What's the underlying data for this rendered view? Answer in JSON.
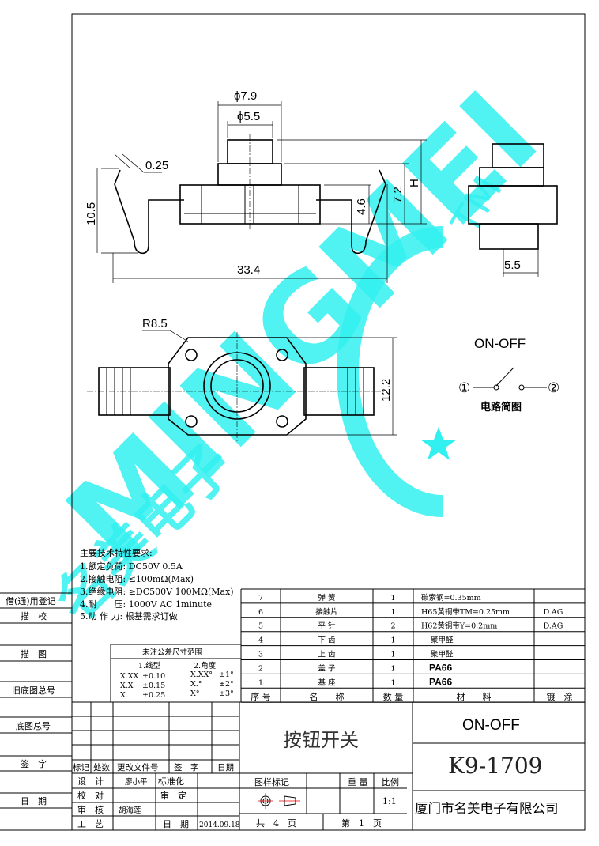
{
  "drawing": {
    "front_view": {
      "dim_outer_dia": "ϕ7.9",
      "dim_button_dia": "ϕ5.5",
      "dim_thickness": "0.25",
      "dim_terminal_height": "10.5",
      "dim_width": "33.4",
      "dim_body_height": "4.6",
      "dim_cap_height": "7.2",
      "dim_total_height": "H"
    },
    "side_view": {
      "dim_width": "5.5"
    },
    "top_view": {
      "dim_radius": "R8.5",
      "dim_height": "12.2"
    },
    "circuit": {
      "title": "ON-OFF",
      "terminal_1": "①",
      "terminal_2": "②",
      "caption": "电路简图"
    },
    "watermark": {
      "text": "MINGMEI",
      "tm": "TM",
      "chinese": "名美电子"
    }
  },
  "requirements": {
    "title": "主要技术特性要求:",
    "items": [
      "1.额定负荷: DC50V 0.5A",
      "2.接触电阻: ≤100mΩ(Max)",
      "3.绝缘电阻: ≥DC500V 100MΩ(Max)",
      "4.耐　　压: 1000V AC 1minute",
      "5.动 作 力: 根基需求订做"
    ]
  },
  "tolerance": {
    "title": "未注公差尺寸范围",
    "linear_title": "1.线型",
    "angle_title": "2.角度",
    "linear": [
      [
        "X.XX",
        "±0.10"
      ],
      [
        "X.X",
        "±0.15"
      ],
      [
        "X.",
        "±0.25"
      ]
    ],
    "angle": [
      [
        "X.XX°",
        "±1°"
      ],
      [
        "X.°",
        "±2°"
      ],
      [
        "X°",
        "±3°"
      ]
    ]
  },
  "bom": {
    "headers": [
      "序 号",
      "名　　称",
      "数 量",
      "材　　料",
      "镀　涂"
    ],
    "rows": [
      [
        "7",
        "弹 簧",
        "1",
        "碳索钢=0.35mm",
        ""
      ],
      [
        "6",
        "接触片",
        "1",
        "H65黄铜带TM=0.25mm",
        "D.AG"
      ],
      [
        "5",
        "平 针",
        "2",
        "H62黄铜带Y=0.2mm",
        "D.AG"
      ],
      [
        "4",
        "下 齿",
        "1",
        "聚甲醛",
        ""
      ],
      [
        "3",
        "上 齿",
        "1",
        "聚甲醛",
        ""
      ],
      [
        "2",
        "盖 子",
        "1",
        "PA66",
        ""
      ],
      [
        "1",
        "基 座",
        "1",
        "PA66",
        ""
      ]
    ]
  },
  "side_register": [
    "借(通)用登记",
    "描　校",
    "描　图",
    "旧底图总号",
    "底图总号",
    "签　字",
    "日　期"
  ],
  "title_block": {
    "revision_headers": [
      "标记",
      "处数",
      "更改文件号",
      "签　字",
      "日期"
    ],
    "design_label": "设　计",
    "design_name": "廖小平",
    "check_label": "校　对",
    "review_label": "审　核",
    "review_name": "胡海莲",
    "process_label": "工　艺",
    "standard_label": "标准化",
    "approve_label": "审　定",
    "date_label": "日　期",
    "date_value": "2014.09.18",
    "product_name": "按钮开关",
    "mark_label": "图样标记",
    "weight_label": "重 量",
    "scale_label": "比例",
    "scale_value": "1:1",
    "total_pages": "共　4　页",
    "page": "第　1　页",
    "model_title": "ON-OFF",
    "part_number": "K9-1709",
    "company": "厦门市名美电子有限公司"
  }
}
